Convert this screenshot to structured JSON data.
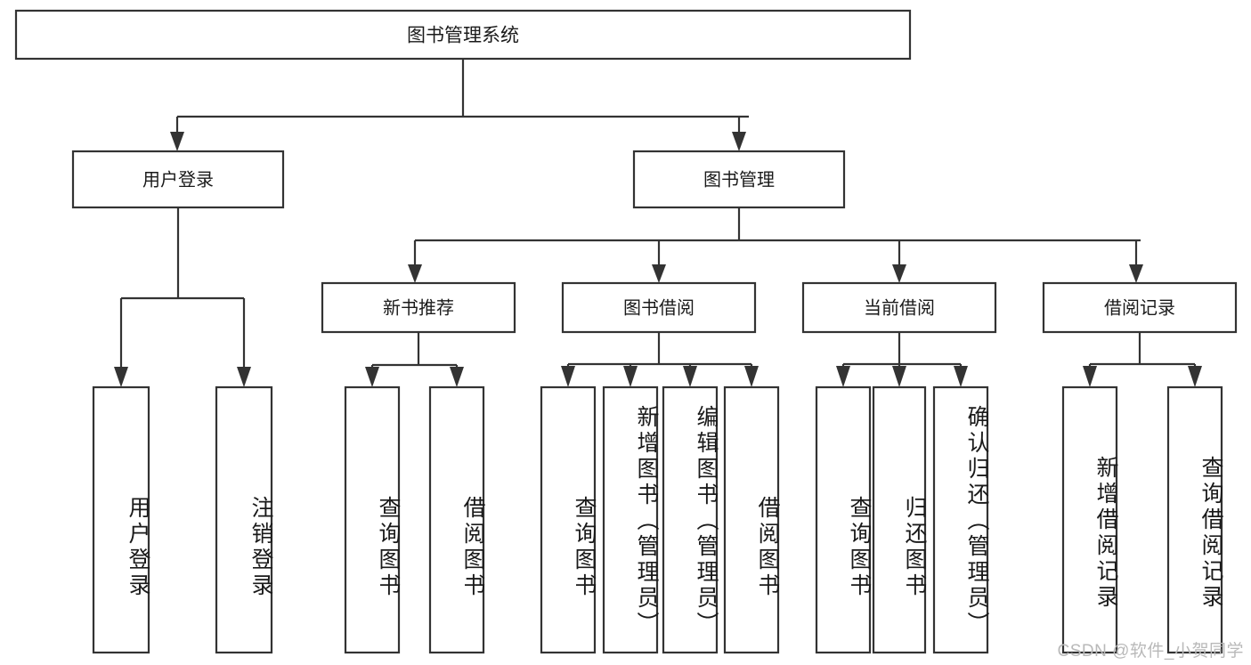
{
  "diagram": {
    "title": "图书管理系统",
    "watermark": "CSDN @软件_小贺同学",
    "colors": {
      "stroke": "#333333",
      "fill": "#ffffff",
      "text": "#1a1a1a",
      "watermark": "#b9b9b9",
      "background": "#ffffff"
    },
    "root": {
      "label": "图书管理系统"
    },
    "level2": [
      {
        "label": "用户登录"
      },
      {
        "label": "图书管理"
      }
    ],
    "level3": [
      {
        "label": "新书推荐"
      },
      {
        "label": "图书借阅"
      },
      {
        "label": "当前借阅"
      },
      {
        "label": "借阅记录"
      }
    ],
    "leaves": {
      "user_login": [
        {
          "label": "用户登录"
        },
        {
          "label": "注销登录"
        }
      ],
      "new_book_recommend": [
        {
          "label": "查询图书"
        },
        {
          "label": "借阅图书"
        }
      ],
      "book_borrow": [
        {
          "label": "查询图书"
        },
        {
          "label": "新增图书（管理员）"
        },
        {
          "label": "编辑图书（管理员）"
        },
        {
          "label": "借阅图书"
        }
      ],
      "current_borrow": [
        {
          "label": "查询图书"
        },
        {
          "label": "归还图书"
        },
        {
          "label": "确认归还（管理员）"
        }
      ],
      "borrow_record": [
        {
          "label": "新增借阅记录"
        },
        {
          "label": "查询借阅记录"
        }
      ]
    }
  }
}
